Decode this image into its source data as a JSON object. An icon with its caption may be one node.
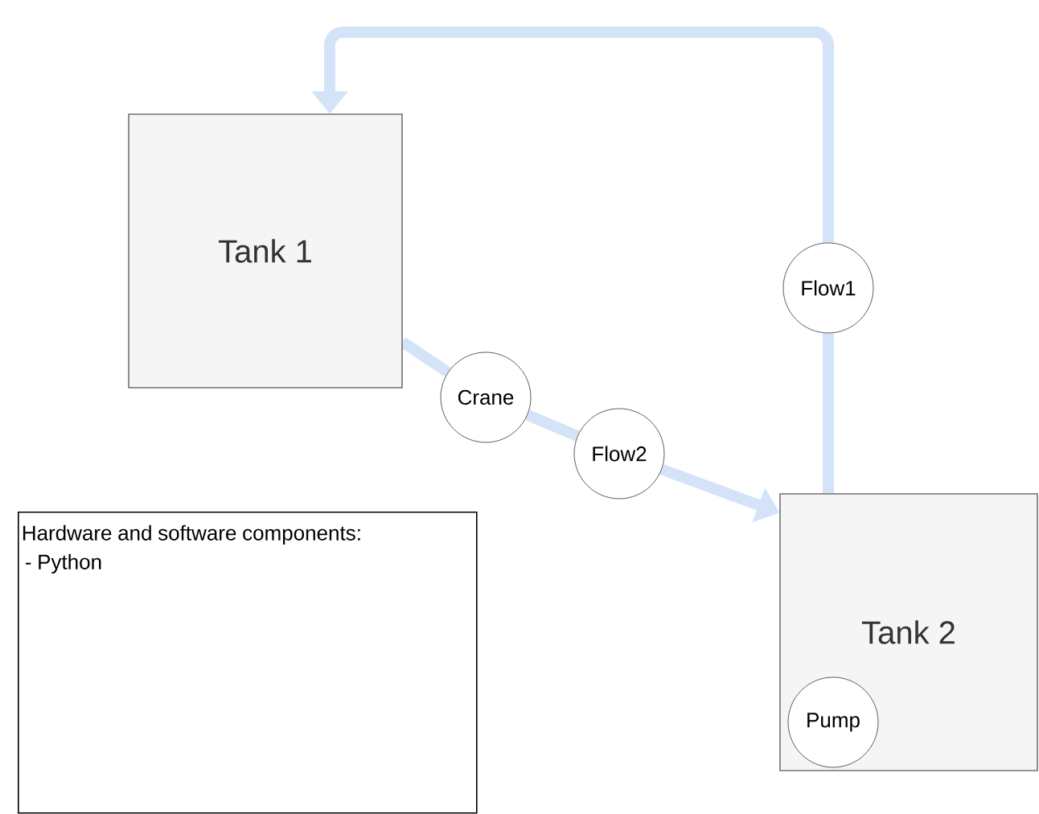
{
  "diagram": {
    "nodes": [
      {
        "text": [
          "Tank 1"
        ]
      },
      {
        "text": [
          "Tank 2"
        ]
      },
      {
        "text": [
          "Pump"
        ],
        "in": 1
      },
      {
        "text": [
          "Crane"
        ]
      },
      {
        "text": [
          "Flow2"
        ]
      },
      {
        "text": [
          "Flow1"
        ]
      },
      {
        "text": [
          "Hardware and software components:",
          "- Python"
        ]
      }
    ],
    "edges": [
      {
        "from": 0,
        "to": 3,
        "arrow": "none"
      },
      {
        "from": 3,
        "to": 4,
        "arrow": "none"
      },
      {
        "from": 4,
        "to": 1,
        "arrow": "to"
      },
      {
        "from": 1,
        "to": 5,
        "arrow": "none"
      },
      {
        "from": 5,
        "to": 0,
        "arrow": "to"
      }
    ]
  }
}
